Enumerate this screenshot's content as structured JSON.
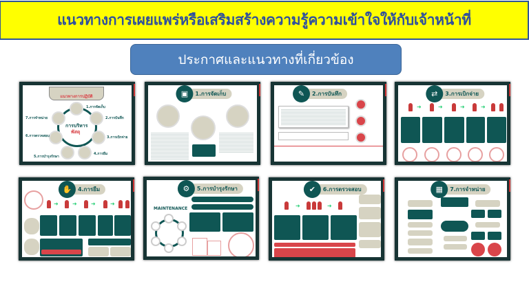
{
  "header": {
    "title": "แนวทางการเผยแพร่หรือเสริมสร้างความรู้ความเข้าใจให้กับเจ้าหน้าที่"
  },
  "subtitle": "ประกาศและแนวทางที่เกี่ยวข้อง",
  "thumbnails": [
    {
      "title": "แนวทางการปฏิบัติ",
      "center": "การบริหาร",
      "center2": "พัสดุ",
      "steps": [
        "1.การจัดเก็บ",
        "2.การบันทึก",
        "3.การเบิกจ่าย",
        "4.การยืม",
        "5.การบำรุงรักษา",
        "6.การตรวจสอบ",
        "7.การจำหน่าย"
      ]
    },
    {
      "title": "1.การจัดเก็บ"
    },
    {
      "title": "2.การบันทึก"
    },
    {
      "title": "3.การเบิกจ่าย"
    },
    {
      "title": "4.การยืม"
    },
    {
      "title": "5.การบำรุงรักษา",
      "label": "MAINTENANCE"
    },
    {
      "title": "6.การตรวจสอบ"
    },
    {
      "title": "7.การจำหน่าย"
    }
  ],
  "colors": {
    "banner": "#ffff00",
    "banner_text": "#2e4f9e",
    "subtitle_bg": "#4f81bd",
    "teal": "#0f5654",
    "red": "#d9454a",
    "beige": "#d6d3c2"
  }
}
